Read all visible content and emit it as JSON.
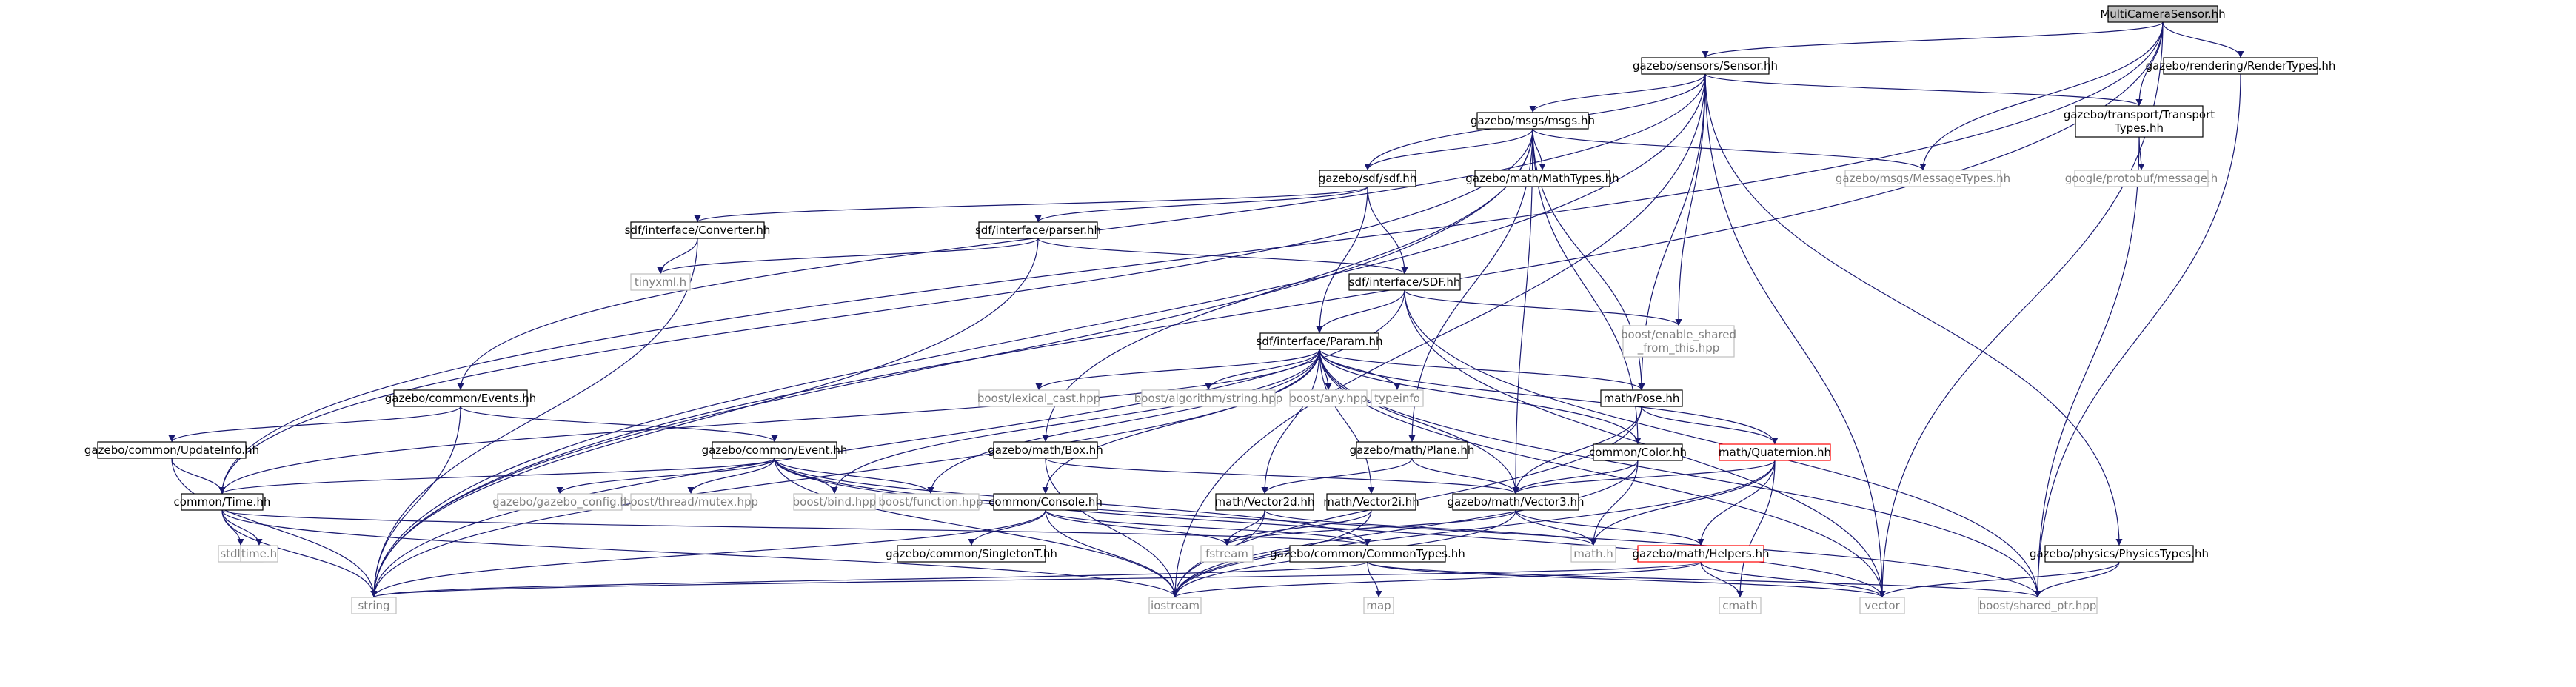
{
  "title": "MultiCameraSensor.hh",
  "nodes": [
    {
      "id": "MultiCameraSensor",
      "label": "MultiCameraSensor.hh",
      "kind": "root"
    },
    {
      "id": "SensorHH",
      "label": "gazebo/sensors/Sensor.hh",
      "kind": "defined"
    },
    {
      "id": "RenderTypes",
      "label": "gazebo/rendering/RenderTypes.hh",
      "kind": "defined"
    },
    {
      "id": "msgs",
      "label": "gazebo/msgs/msgs.hh",
      "kind": "defined"
    },
    {
      "id": "TransportTypes",
      "label": [
        "gazebo/transport/Transport",
        "Types.hh"
      ],
      "kind": "defined"
    },
    {
      "id": "sdfhh",
      "label": "gazebo/sdf/sdf.hh",
      "kind": "defined"
    },
    {
      "id": "MathTypes",
      "label": "gazebo/math/MathTypes.hh",
      "kind": "defined"
    },
    {
      "id": "MessageTypes",
      "label": "gazebo/msgs/MessageTypes.hh",
      "kind": "external"
    },
    {
      "id": "protobuf",
      "label": "google/protobuf/message.h",
      "kind": "external"
    },
    {
      "id": "Converter",
      "label": "sdf/interface/Converter.hh",
      "kind": "defined"
    },
    {
      "id": "parser",
      "label": "sdf/interface/parser.hh",
      "kind": "defined"
    },
    {
      "id": "tinyxml",
      "label": "tinyxml.h",
      "kind": "external"
    },
    {
      "id": "SDF",
      "label": "sdf/interface/SDF.hh",
      "kind": "defined"
    },
    {
      "id": "enable_shared",
      "label": [
        "boost/enable_shared",
        "_from_this.hpp"
      ],
      "kind": "external"
    },
    {
      "id": "Param",
      "label": "sdf/interface/Param.hh",
      "kind": "defined"
    },
    {
      "id": "lexical_cast",
      "label": "boost/lexical_cast.hpp",
      "kind": "external"
    },
    {
      "id": "algstring",
      "label": "boost/algorithm/string.hpp",
      "kind": "external"
    },
    {
      "id": "any",
      "label": "boost/any.hpp",
      "kind": "external"
    },
    {
      "id": "typeinfo",
      "label": "typeinfo",
      "kind": "external"
    },
    {
      "id": "Pose",
      "label": "math/Pose.hh",
      "kind": "defined"
    },
    {
      "id": "Events",
      "label": "gazebo/common/Events.hh",
      "kind": "defined"
    },
    {
      "id": "UpdateInfo",
      "label": "gazebo/common/UpdateInfo.hh",
      "kind": "defined"
    },
    {
      "id": "EventHH",
      "label": "gazebo/common/Event.hh",
      "kind": "defined"
    },
    {
      "id": "Box",
      "label": "gazebo/math/Box.hh",
      "kind": "defined"
    },
    {
      "id": "Plane",
      "label": "gazebo/math/Plane.hh",
      "kind": "defined"
    },
    {
      "id": "Color",
      "label": "common/Color.hh",
      "kind": "defined"
    },
    {
      "id": "Quaternion",
      "label": "math/Quaternion.hh",
      "kind": "warn"
    },
    {
      "id": "Time",
      "label": "common/Time.hh",
      "kind": "defined"
    },
    {
      "id": "gazebo_config",
      "label": "gazebo/gazebo_config.h",
      "kind": "external"
    },
    {
      "id": "mutex",
      "label": "boost/thread/mutex.hpp",
      "kind": "external"
    },
    {
      "id": "bind",
      "label": "boost/bind.hpp",
      "kind": "external"
    },
    {
      "id": "function",
      "label": "boost/function.hpp",
      "kind": "external"
    },
    {
      "id": "Console",
      "label": "common/Console.hh",
      "kind": "defined"
    },
    {
      "id": "Vector2d",
      "label": "math/Vector2d.hh",
      "kind": "defined"
    },
    {
      "id": "Vector2i",
      "label": "math/Vector2i.hh",
      "kind": "defined"
    },
    {
      "id": "Vector3",
      "label": "gazebo/math/Vector3.hh",
      "kind": "defined"
    },
    {
      "id": "stdlib",
      "label": "stdlib.h",
      "kind": "external"
    },
    {
      "id": "timeh",
      "label": "time.h",
      "kind": "external"
    },
    {
      "id": "SingletonT",
      "label": "gazebo/common/SingletonT.hh",
      "kind": "defined"
    },
    {
      "id": "fstream",
      "label": "fstream",
      "kind": "external"
    },
    {
      "id": "CommonTypes",
      "label": "gazebo/common/CommonTypes.hh",
      "kind": "defined"
    },
    {
      "id": "mathh",
      "label": "math.h",
      "kind": "external"
    },
    {
      "id": "Helpers",
      "label": "gazebo/math/Helpers.hh",
      "kind": "warn"
    },
    {
      "id": "PhysicsTypes",
      "label": "gazebo/physics/PhysicsTypes.hh",
      "kind": "defined"
    },
    {
      "id": "string",
      "label": "string",
      "kind": "external"
    },
    {
      "id": "iostream",
      "label": "iostream",
      "kind": "external"
    },
    {
      "id": "map",
      "label": "map",
      "kind": "external"
    },
    {
      "id": "cmath",
      "label": "cmath",
      "kind": "external"
    },
    {
      "id": "vector",
      "label": "vector",
      "kind": "external"
    },
    {
      "id": "shared_ptr",
      "label": "boost/shared_ptr.hpp",
      "kind": "external"
    }
  ]
}
